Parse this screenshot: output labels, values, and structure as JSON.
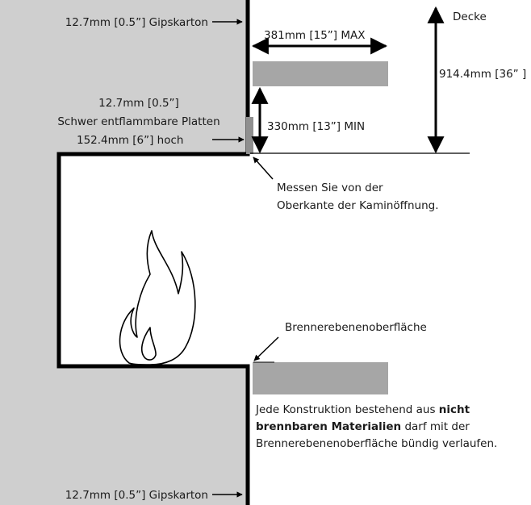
{
  "colors": {
    "wall": "#cfcfcf",
    "mantel": "#a6a6a6",
    "board": "#8f8f8f",
    "outline": "#000000",
    "text": "#1a1a1a"
  },
  "labels": {
    "drywall_top": "12.7mm [0.5”] Gipskarton",
    "drywall_bottom": "12.7mm [0.5”] Gipskarton",
    "ceiling": "Decke",
    "max_depth": "381mm [15”] MAX",
    "height_36": "914.4mm [36” ]",
    "min_13": "330mm [13”] MIN",
    "board_line1": "12.7mm [0.5”]",
    "board_line2": "Schwer entflammbare Platten",
    "board_line3": "152.4mm [6”] hoch",
    "measure_line1": "Messen Sie von der",
    "measure_line2": "Oberkante der Kaminöffnung.",
    "burner_surface": "Brennerebenenoberfläche",
    "construction_line1_a": "Jede Konstruktion bestehend aus ",
    "construction_line1_b": "nicht",
    "construction_line2_a": "brennbaren Materialien",
    "construction_line2_b": " darf mit der",
    "construction_line3": "Brennerebenenoberfläche bündig verlaufen."
  },
  "icons": {
    "flame": "flame-icon"
  }
}
